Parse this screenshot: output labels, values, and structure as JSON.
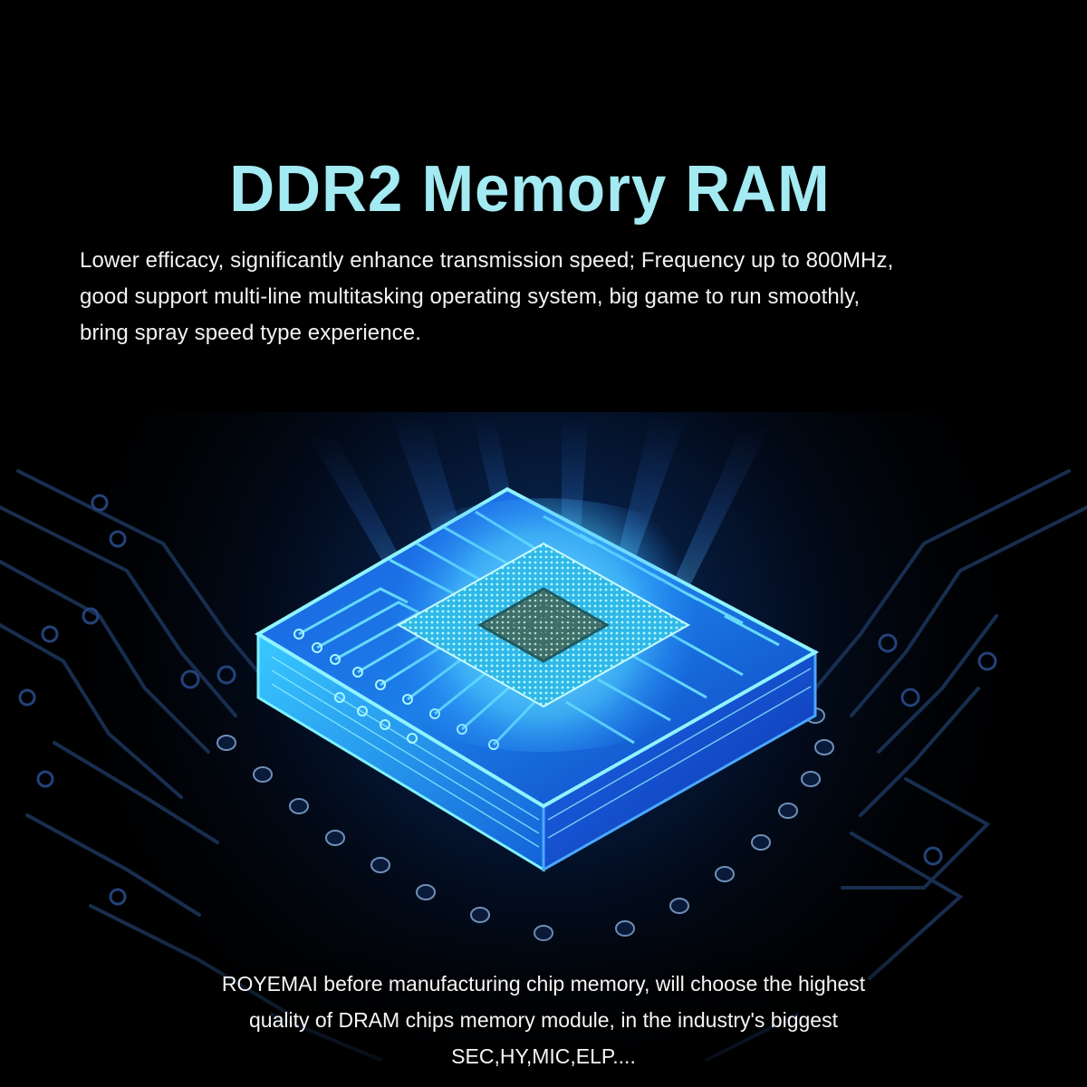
{
  "header": {
    "title": "DDR2 Memory RAM"
  },
  "description": {
    "lines": [
      "Lower efficacy, significantly enhance transmission speed; Frequency up to 800MHz,",
      "good support multi-line multitasking operating system, big game to run smoothly,",
      "bring spray speed type experience."
    ]
  },
  "hero_image": {
    "subject": "glowing-chip-on-circuit-board",
    "icon": "microchip-icon"
  },
  "caption": {
    "lines": [
      "ROYEMAI before manufacturing chip memory, will choose the highest",
      "quality of DRAM chips memory module, in the industry's biggest",
      "SEC,HY,MIC,ELP...."
    ]
  },
  "colors": {
    "background": "#000000",
    "title": "#a3eaf2",
    "body_text": "#f2f2f2",
    "chip_glow": "#2aa8ff",
    "chip_cyan": "#5fe3ff",
    "trace_dark": "#1a2a4a"
  }
}
